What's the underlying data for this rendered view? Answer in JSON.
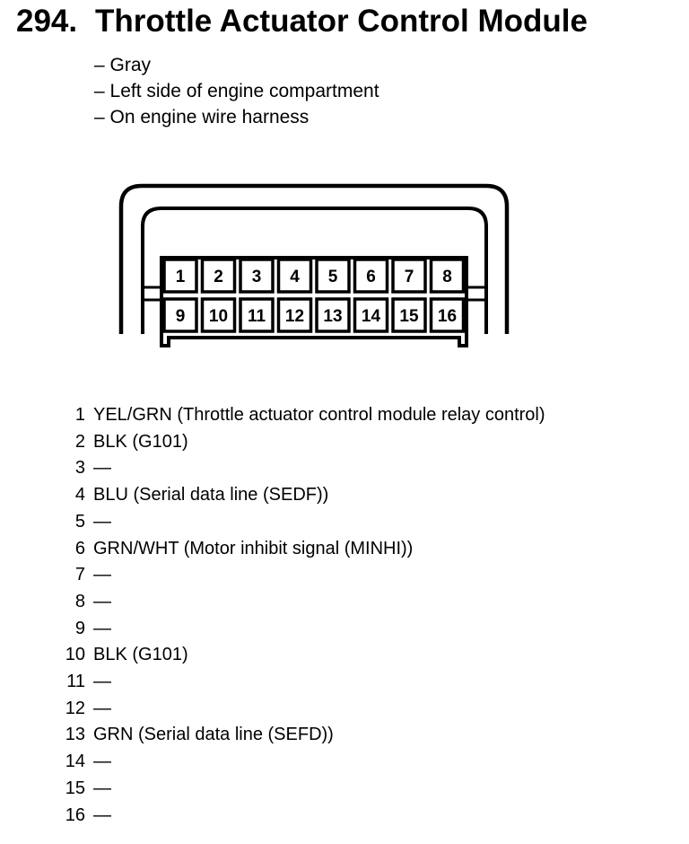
{
  "header": {
    "number": "294.",
    "title": "Throttle Actuator Control Module"
  },
  "meta": [
    "– Gray",
    "– Left side of engine compartment",
    "– On engine wire harness"
  ],
  "connector": {
    "top_row": [
      "1",
      "2",
      "3",
      "4",
      "5",
      "6",
      "7",
      "8"
    ],
    "bottom_row": [
      "9",
      "10",
      "11",
      "12",
      "13",
      "14",
      "15",
      "16"
    ]
  },
  "pins": [
    {
      "num": "1",
      "desc": "YEL/GRN (Throttle actuator control module relay control)"
    },
    {
      "num": "2",
      "desc": "BLK (G101)"
    },
    {
      "num": "3",
      "desc": "—"
    },
    {
      "num": "4",
      "desc": "BLU (Serial data line (SEDF))"
    },
    {
      "num": "5",
      "desc": "—"
    },
    {
      "num": "6",
      "desc": "GRN/WHT (Motor inhibit signal (MINHI))"
    },
    {
      "num": "7",
      "desc": "—"
    },
    {
      "num": "8",
      "desc": "—"
    },
    {
      "num": "9",
      "desc": "—"
    },
    {
      "num": "10",
      "desc": "BLK (G101)"
    },
    {
      "num": "11",
      "desc": "—"
    },
    {
      "num": "12",
      "desc": "—"
    },
    {
      "num": "13",
      "desc": "GRN (Serial data line (SEFD))"
    },
    {
      "num": "14",
      "desc": "—"
    },
    {
      "num": "15",
      "desc": "—"
    },
    {
      "num": "16",
      "desc": "—"
    }
  ]
}
